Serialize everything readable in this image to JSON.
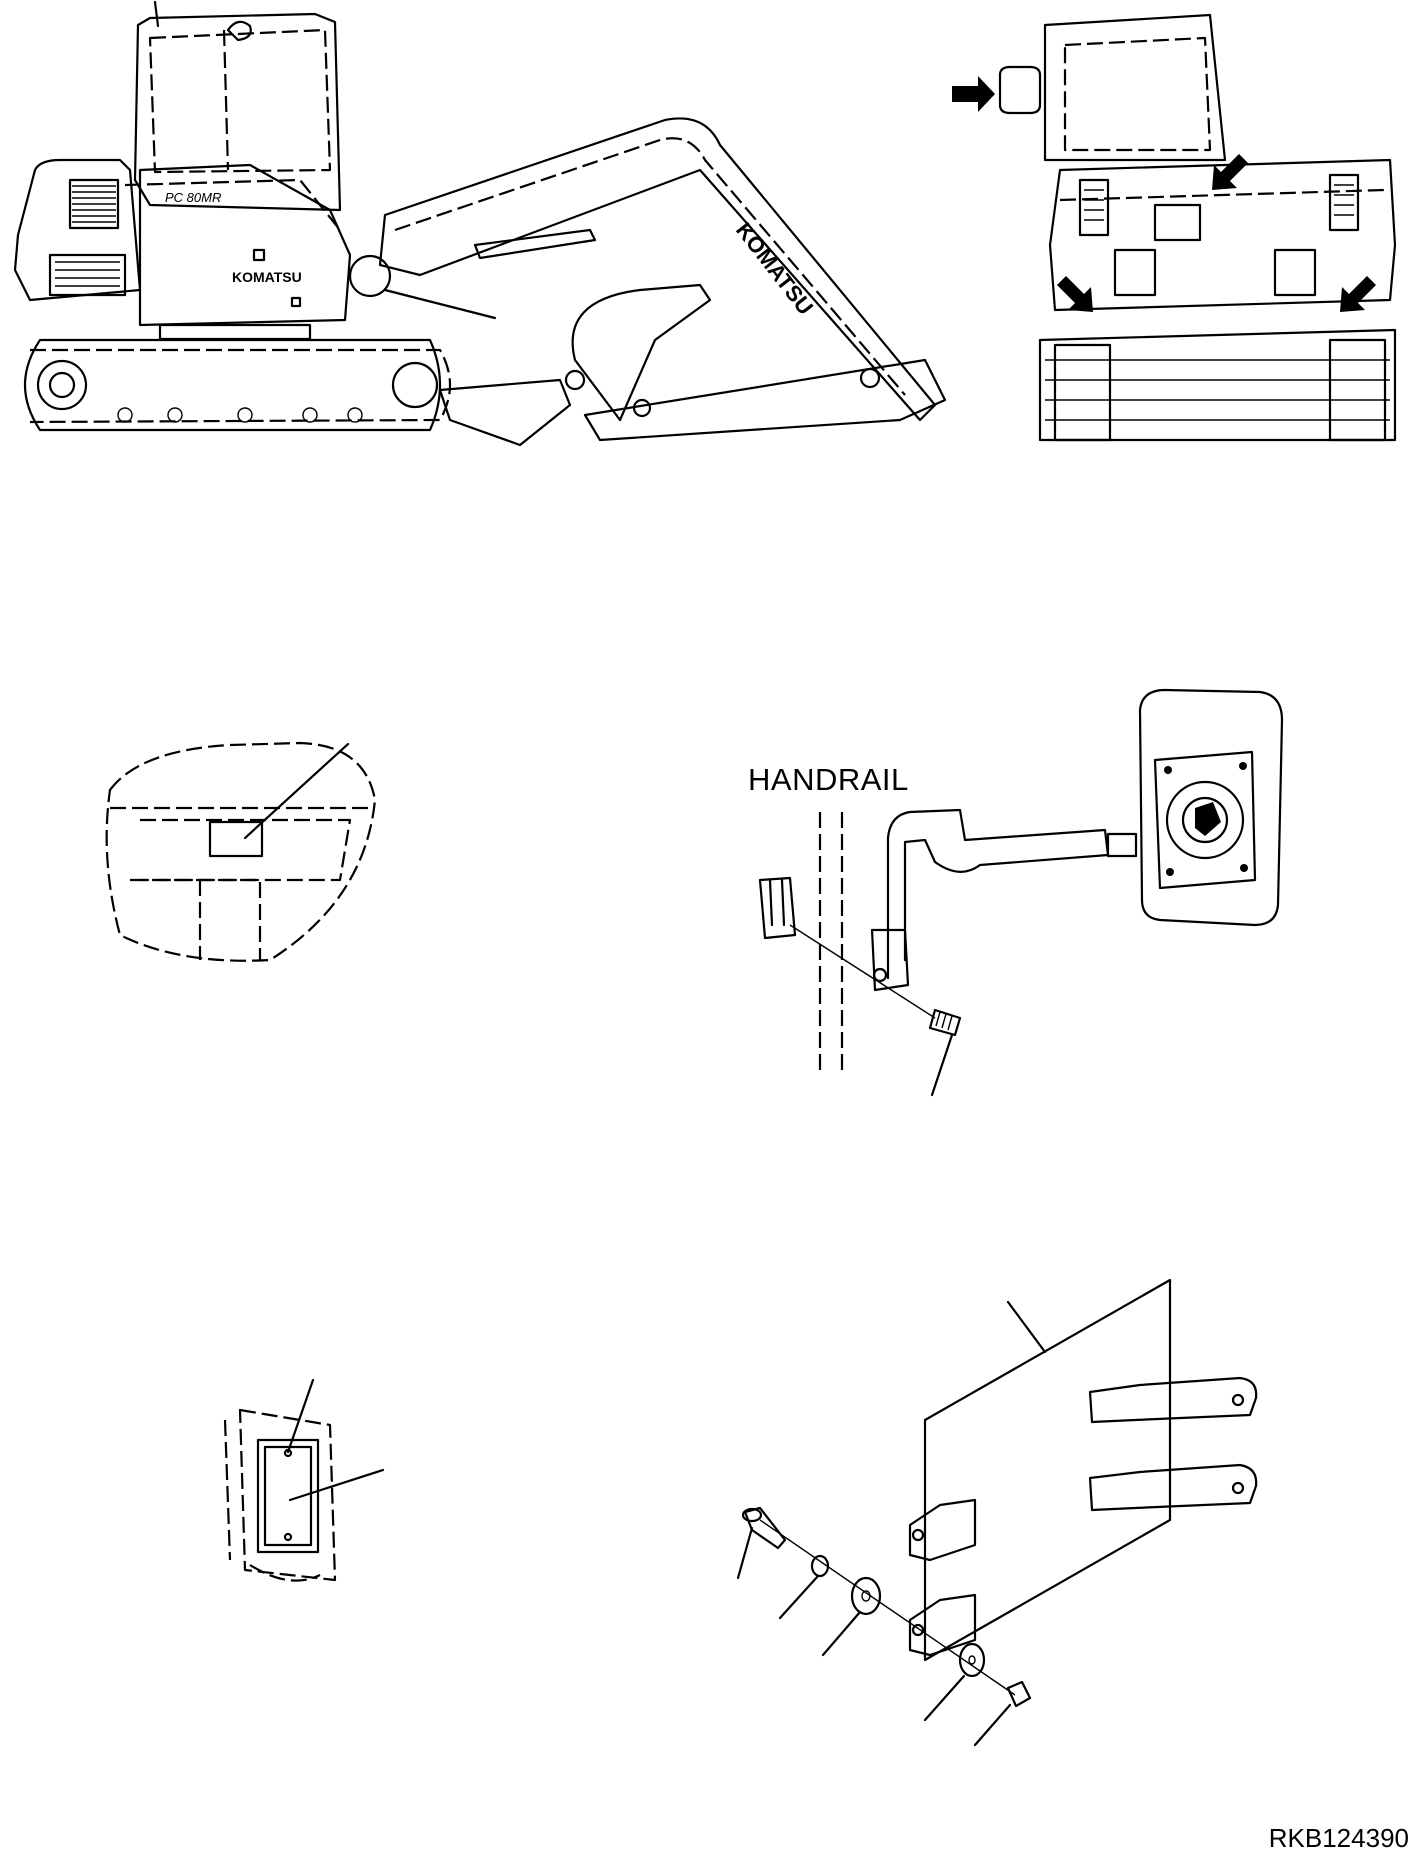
{
  "labels": {
    "handrail": "HANDRAIL",
    "drawing_number": "RKB124390"
  },
  "brand": {
    "marking": "KOMATSU",
    "model": "PC 80MR"
  }
}
